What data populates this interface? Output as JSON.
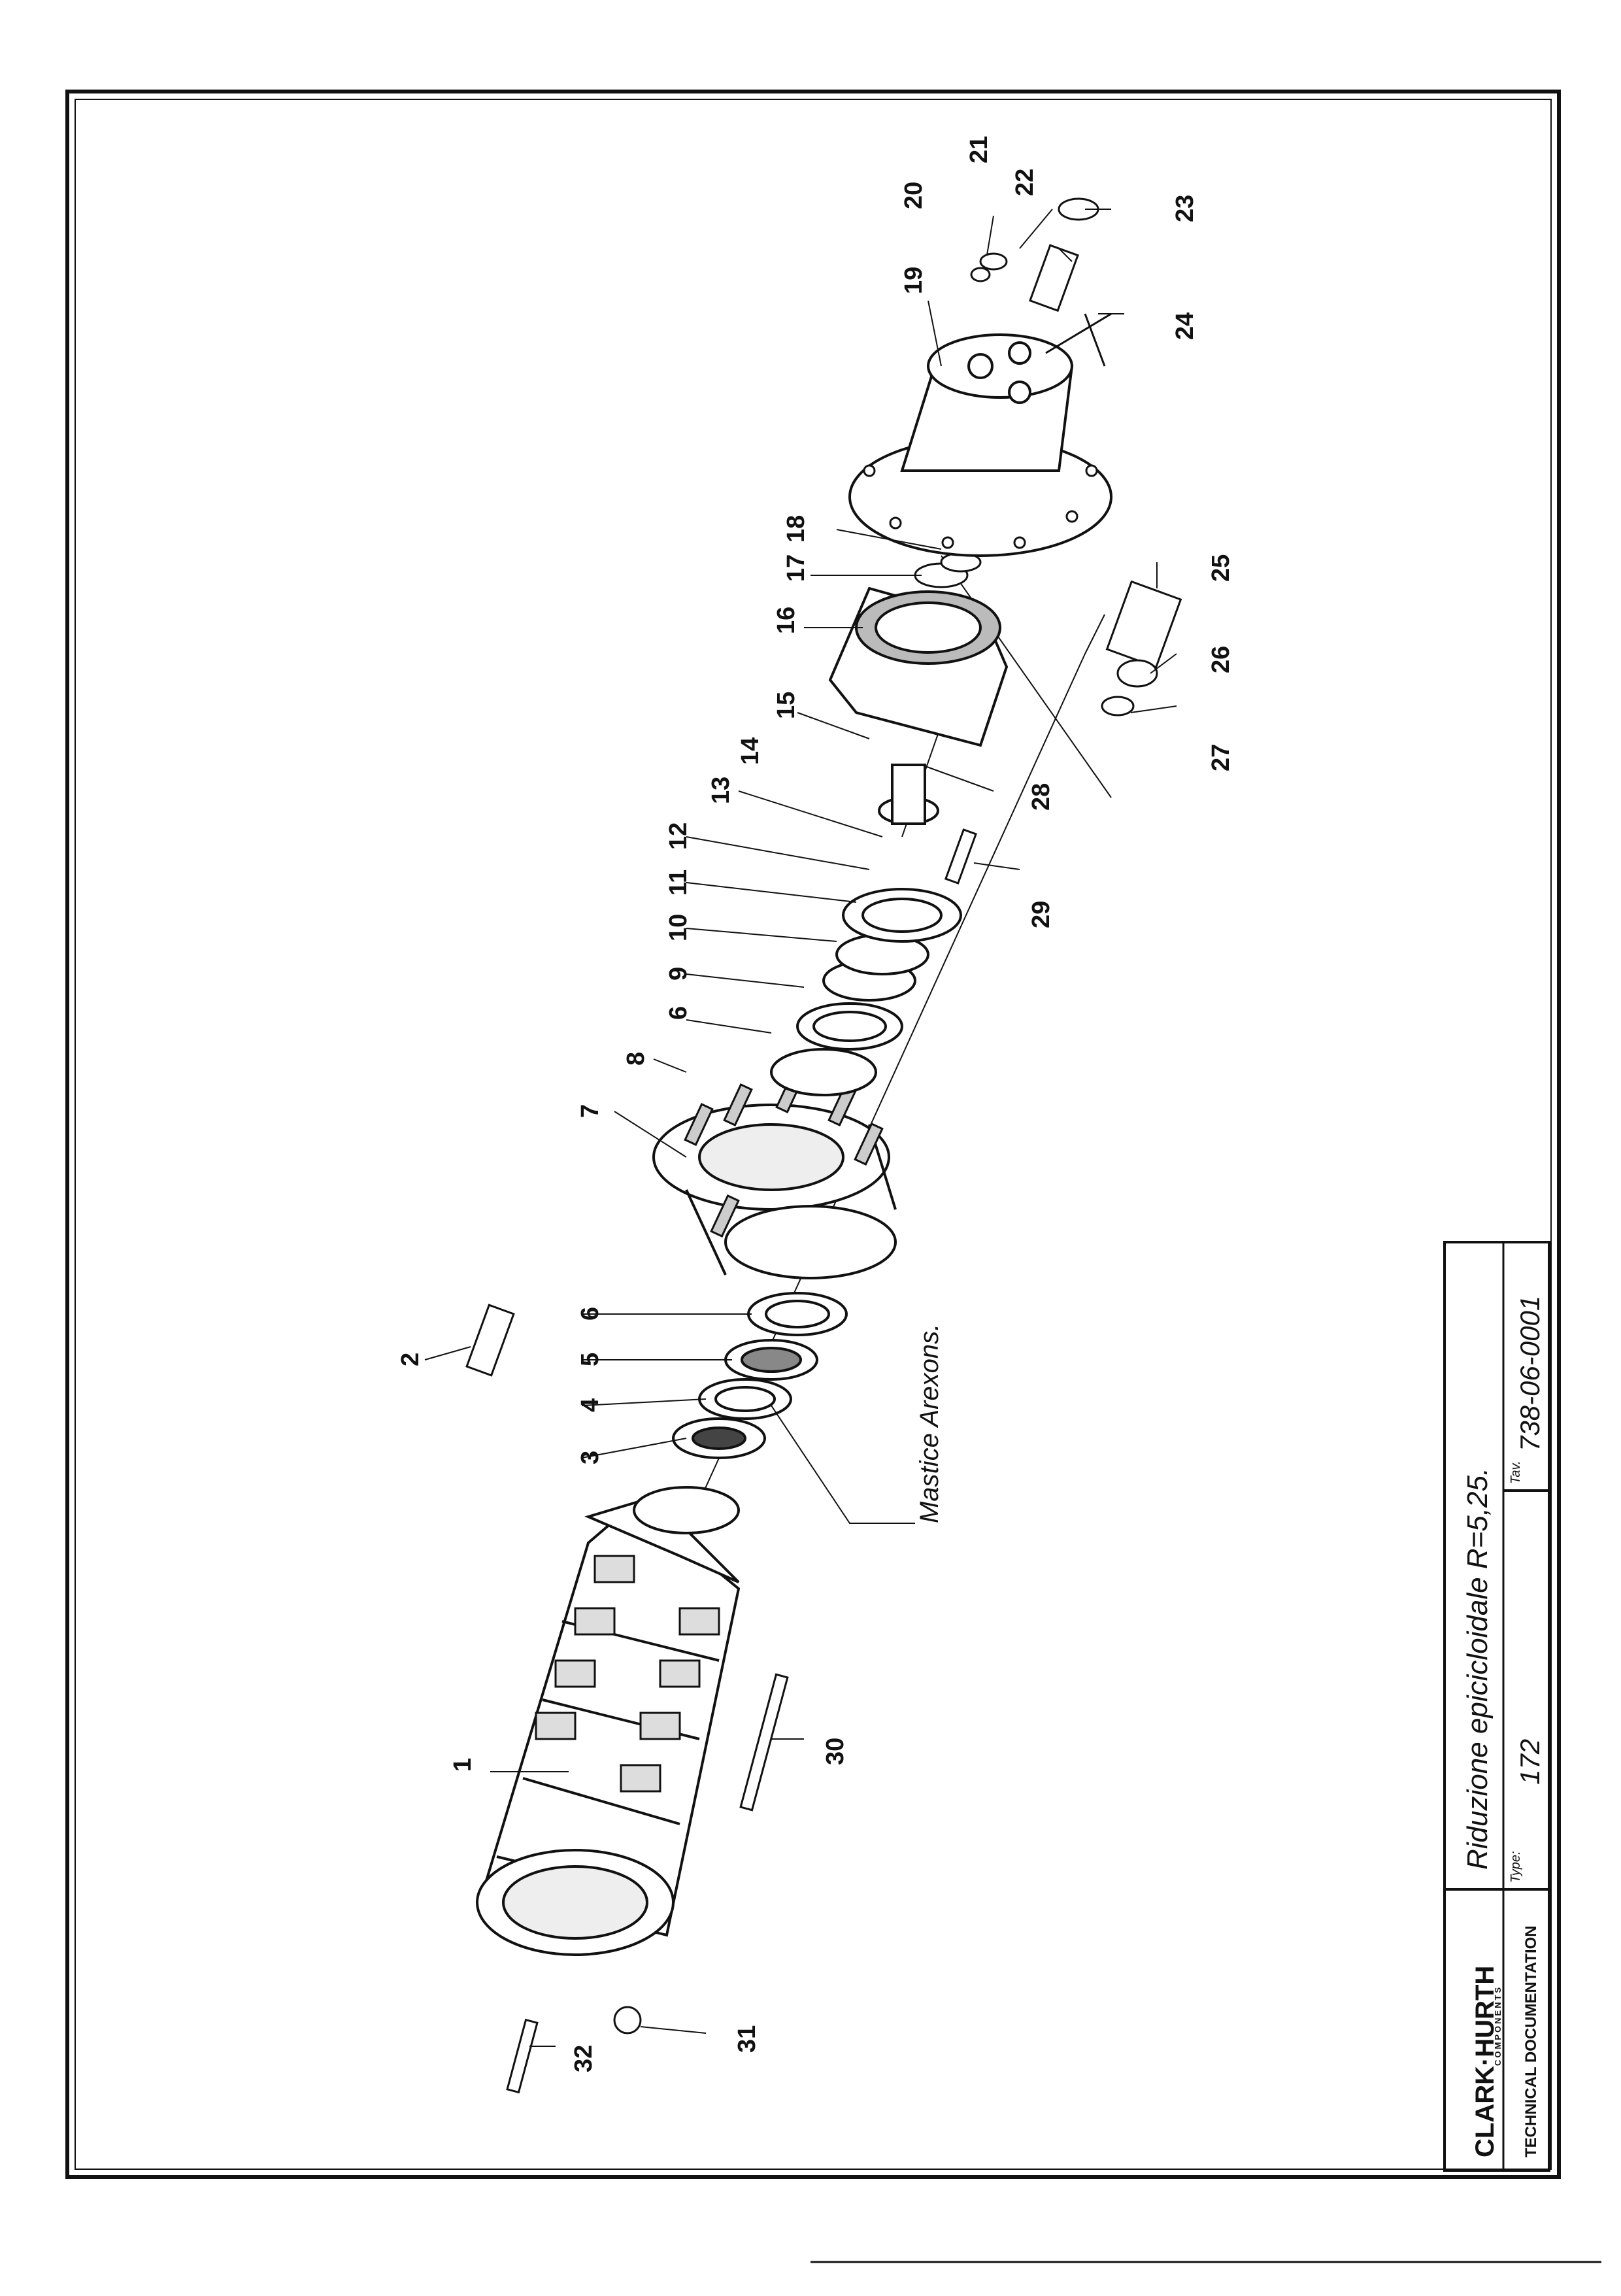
{
  "drawing": {
    "part_labels": [
      "1",
      "2",
      "3",
      "4",
      "5",
      "6",
      "6",
      "7",
      "8",
      "9",
      "10",
      "11",
      "12",
      "13",
      "14",
      "15",
      "16",
      "17",
      "18",
      "19",
      "20",
      "21",
      "22",
      "23",
      "24",
      "25",
      "26",
      "27",
      "28",
      "29",
      "30",
      "31",
      "32"
    ],
    "note": "Mastice Arexons."
  },
  "title_block": {
    "brand": "CLARK·HURTH",
    "brand_sub": "COMPONENTS",
    "doc_type": "TECHNICAL DOCUMENTATION",
    "title": "Riduzione epicicloidale R=5,25.",
    "type_label": "Type:",
    "type_value": "172",
    "tav_label": "Tav.",
    "tav_value": "738-06-0001"
  },
  "colors": {
    "ink": "#111111",
    "paper": "#ffffff"
  }
}
